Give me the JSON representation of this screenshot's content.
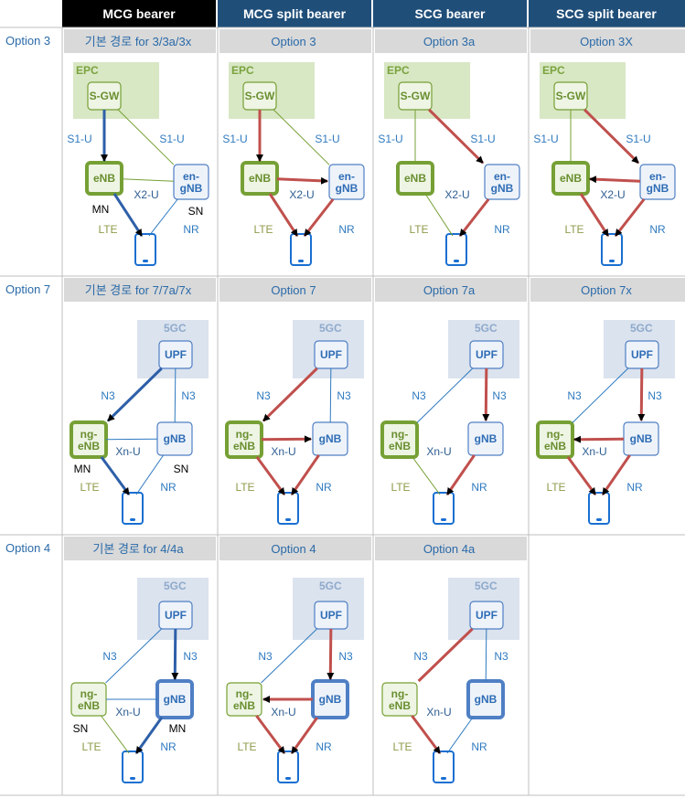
{
  "colors": {
    "header_black": "#000000",
    "header_blue": "#1f4e79",
    "subheader_gray": "#d9d9d9",
    "epc_fill": "#d8e7c4",
    "epc_text": "#7aa33e",
    "fivegc_fill": "#dbe3ee",
    "fivegc_text": "#8ea9cc",
    "lte_green": "#76a035",
    "nr_blue": "#4f7fc4",
    "mcg_blue": "#2e5fa8",
    "red": "#c0504d",
    "label_blue": "#2f7ac0",
    "label_olive": "#8f9a4a"
  },
  "headers": {
    "col1": "MCG bearer",
    "col2": "MCG split bearer",
    "col3": "SCG bearer",
    "col4": "SCG split bearer"
  },
  "rows": [
    {
      "label": "Option 3",
      "subheaders": [
        "기본 경로 for 3/3a/3x",
        "Option 3",
        "Option 3a",
        "Option 3X"
      ],
      "core": "EPC",
      "core_node": "S-GW",
      "lte_node": "eNB",
      "nr_node": "en-gNB",
      "nr_node_lines": [
        "en-",
        "gNB"
      ],
      "core_lte_if": "S1-U",
      "core_nr_if": "S1-U",
      "x_if": "X2-U"
    },
    {
      "label": "Option 7",
      "subheaders": [
        "기본 경로 for 7/7a/7x",
        "Option 7",
        "Option 7a",
        "Option 7x"
      ],
      "core": "5GC",
      "core_node": "UPF",
      "lte_node": "ng-eNB",
      "lte_node_lines": [
        "ng-",
        "eNB"
      ],
      "nr_node": "gNB",
      "core_lte_if": "N3",
      "core_nr_if": "N3",
      "x_if": "Xn-U"
    },
    {
      "label": "Option 4",
      "subheaders": [
        "기본 경로 for 4/4a",
        "Option 4",
        "Option 4a"
      ],
      "core": "5GC",
      "core_node": "UPF",
      "lte_node": "ng-eNB",
      "lte_node_lines": [
        "ng-",
        "eNB"
      ],
      "nr_node": "gNB",
      "core_lte_if": "N3",
      "core_nr_if": "N3",
      "x_if": "Xn-U"
    }
  ],
  "labels": {
    "mn": "MN",
    "sn": "SN",
    "lte": "LTE",
    "nr": "NR"
  }
}
